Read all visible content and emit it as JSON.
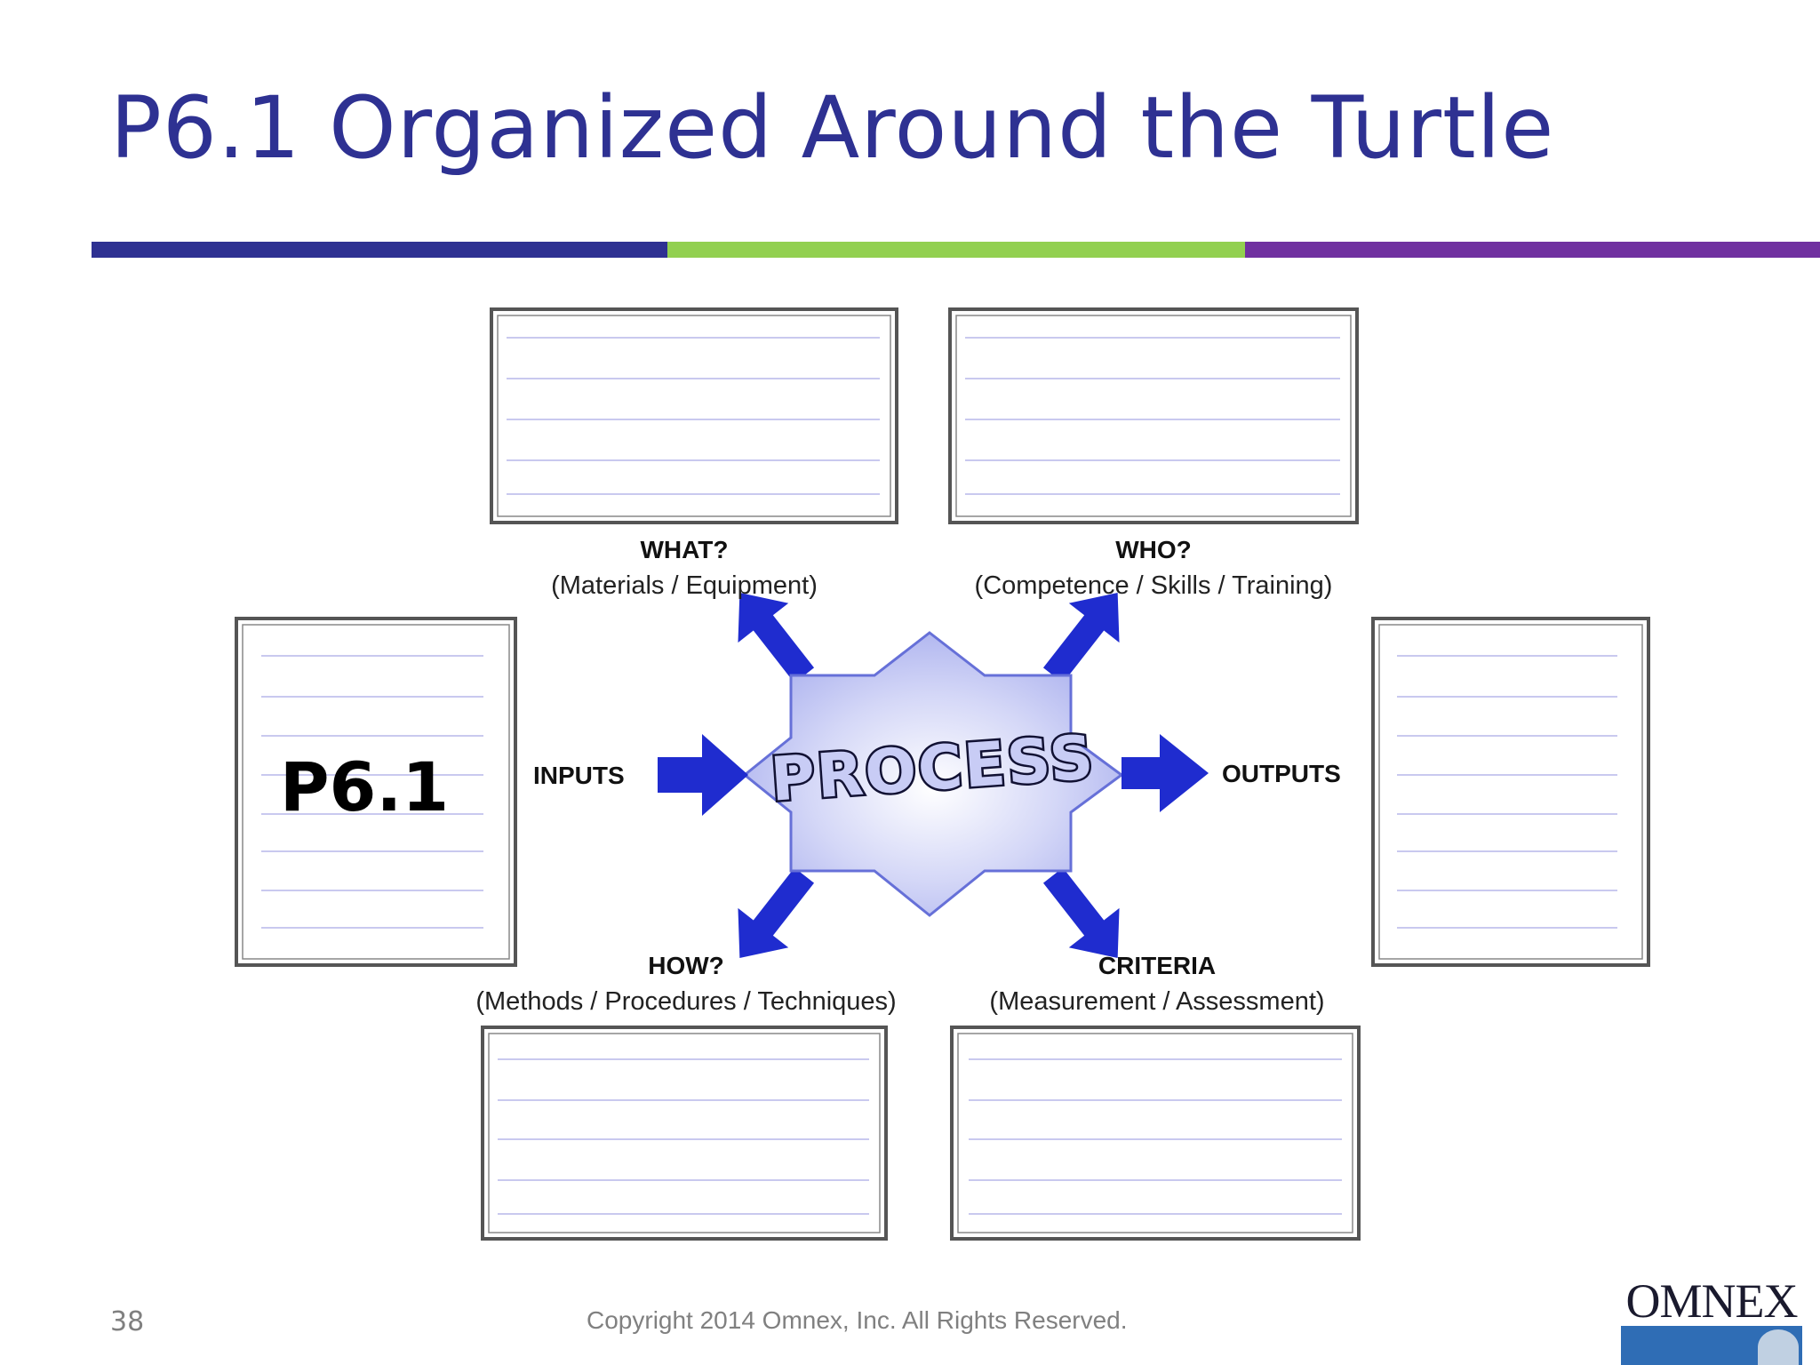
{
  "slide": {
    "title": "P6.1 Organized Around the Turtle",
    "page_number": "38",
    "copyright": "Copyright 2014 Omnex, Inc. All Rights Reserved.",
    "logo_text": "OMNEX"
  },
  "colors": {
    "title": "#2e3192",
    "bar_navy": "#2e3192",
    "bar_green": "#92d050",
    "bar_purple": "#7030a0",
    "arrow_blue": "#1f2ccf",
    "process_fill": "#c8ccf5",
    "line_lavender": "#c9c9ef"
  },
  "diagram": {
    "center_label": "PROCESS",
    "input_label": "INPUTS",
    "output_label": "OUTPUTS",
    "input_box_text": "P6.1",
    "what_title": "WHAT?",
    "what_sub": "(Materials / Equipment)",
    "who_title": "WHO?",
    "who_sub": "(Competence / Skills / Training)",
    "how_title": "HOW?",
    "how_sub": "(Methods / Procedures / Techniques)",
    "criteria_title": "CRITERIA",
    "criteria_sub": "(Measurement / Assessment)"
  }
}
